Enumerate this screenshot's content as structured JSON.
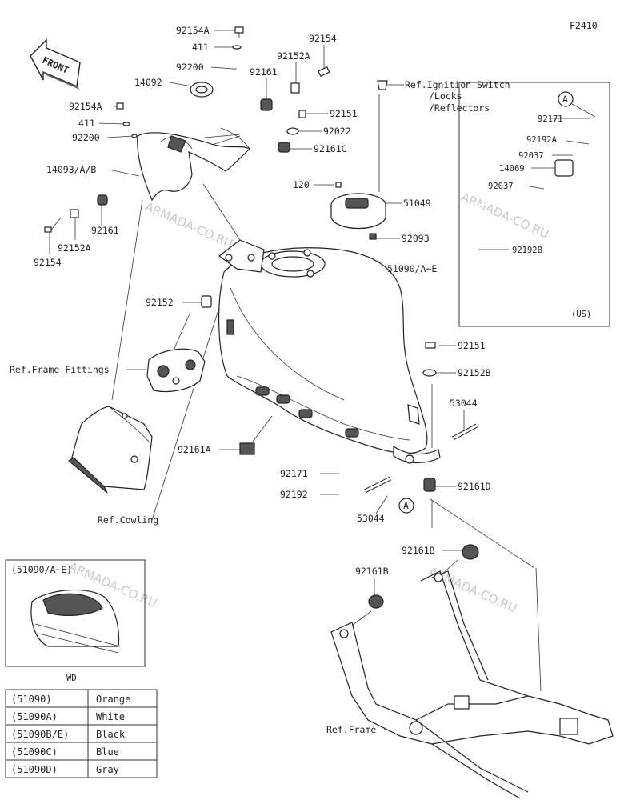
{
  "figure_code": "F2410",
  "front_arrow": "FRONT",
  "watermark": "ARMADA-CO.RU",
  "labels": {
    "p92154A_top": "92154A",
    "p411_top": "411",
    "p92200_top": "92200",
    "p14092": "14092",
    "p92154_top": "92154",
    "p92152A_top": "92152A",
    "p92161_top": "92161",
    "p92154A_left": "92154A",
    "p411_left": "411",
    "p92200_left": "92200",
    "p14093": "14093/A/B",
    "p92161_left": "92161",
    "p92152A_left": "92152A",
    "p92154_left": "92154",
    "ref_ignition": "Ref.Ignition Switch",
    "ref_locks": "/Locks",
    "ref_reflectors": "/Reflectors",
    "p92151_top": "92151",
    "p92022": "92022",
    "p92161C": "92161C",
    "p120": "120",
    "p51049": "51049",
    "p92093": "92093",
    "p51090": "51090/A~E",
    "p92152_mid": "92152",
    "ref_frame_fittings": "Ref.Frame Fittings",
    "p92151_right": "92151",
    "p92152B": "92152B",
    "p53044_right": "53044",
    "p92161A": "92161A",
    "p92171_mid": "92171",
    "p92192_mid": "92192",
    "p92161D": "92161D",
    "p53044_low": "53044",
    "circle_A_low": "A",
    "ref_cowling": "Ref.Cowling",
    "p92161B_right": "92161B",
    "p92161B_left": "92161B",
    "ref_frame": "Ref.Frame"
  },
  "us_box": {
    "circle_A": "A",
    "p92171": "92171",
    "p92192A": "92192A",
    "p92037_a": "92037",
    "p14069": "14069",
    "p92037_b": "92037",
    "p92192B": "92192B",
    "region": "(US)"
  },
  "wd_box": {
    "header": "(51090/A~E)",
    "caption": "WD"
  },
  "color_table": [
    {
      "code": "(51090)",
      "color": "Orange"
    },
    {
      "code": "(51090A)",
      "color": "White"
    },
    {
      "code": "(51090B/E)",
      "color": "Black"
    },
    {
      "code": "(51090C)",
      "color": "Blue"
    },
    {
      "code": "(51090D)",
      "color": "Gray"
    }
  ]
}
